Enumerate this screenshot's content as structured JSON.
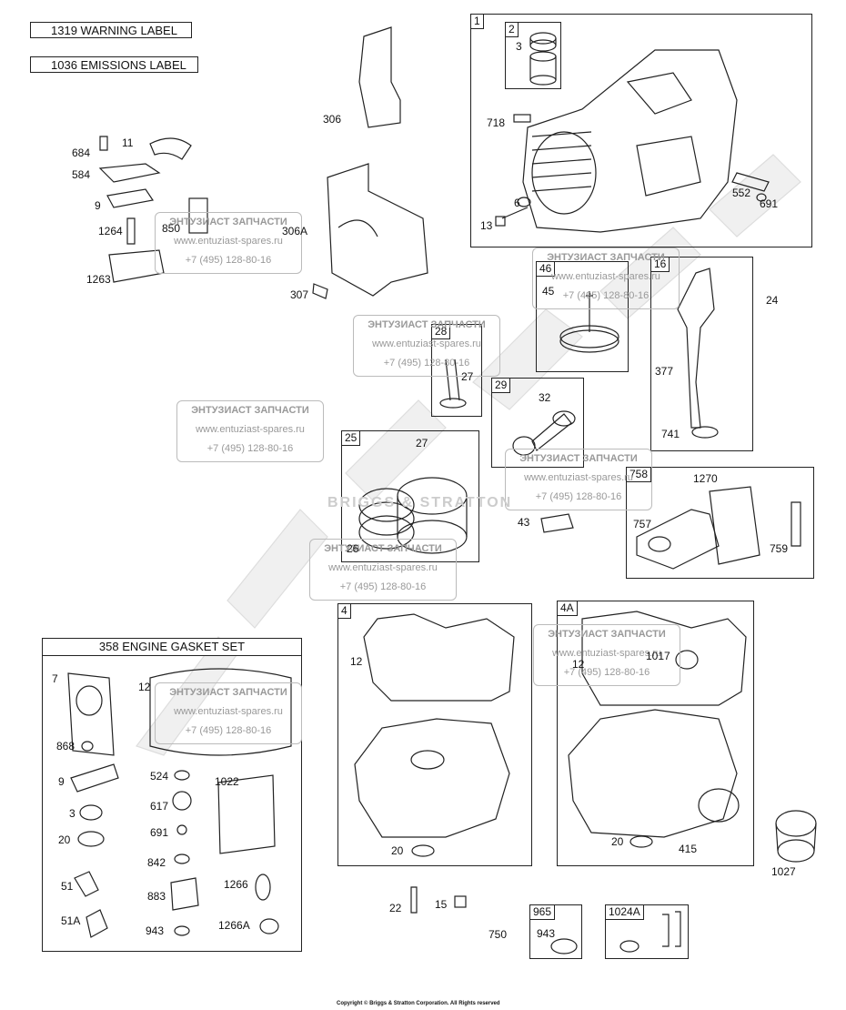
{
  "labels_top": {
    "warning": "1319 WARNING LABEL",
    "emissions": "1036 EMISSIONS LABEL"
  },
  "watermark": {
    "name": "ЭНТУЗИАСТ ЗАПЧАСТИ",
    "url": "www.entuziast-spares.ru",
    "phone": "+7 (495) 128-80-16",
    "brand_stamp": "BRIGGS & STRATTON"
  },
  "groups": {
    "g1": "1",
    "g2": "2",
    "g46": "46",
    "g16": "16",
    "g28": "28",
    "g29": "29",
    "g25": "25",
    "g758": "758",
    "g4": "4",
    "g4a": "4A",
    "g965": "965",
    "g1024a": "1024A",
    "gasket_set": "358 ENGINE GASKET SET"
  },
  "parts": {
    "p3": "3",
    "p718": "718",
    "p6": "6",
    "p13": "13",
    "p552": "552",
    "p691": "691",
    "p306": "306",
    "p306a": "306A",
    "p307": "307",
    "p684": "684",
    "p11": "11",
    "p584": "584",
    "p9": "9",
    "p850": "850",
    "p1264": "1264",
    "p1263": "1263",
    "p45": "45",
    "p24": "24",
    "p377": "377",
    "p741": "741",
    "p27a": "27",
    "p32": "32",
    "p27b": "27",
    "p26": "26",
    "p43": "43",
    "p1270": "1270",
    "p757": "757",
    "p759": "759",
    "g7": "7",
    "g12": "12",
    "g868": "868",
    "g9": "9",
    "g524": "524",
    "g1022": "1022",
    "g3": "3",
    "g617": "617",
    "g20": "20",
    "g691": "691",
    "g842": "842",
    "g51": "51",
    "g883": "883",
    "g1266": "1266",
    "g51a": "51A",
    "g943": "943",
    "g1266a": "1266A",
    "p4_12": "12",
    "p4_20": "20",
    "p4a_12": "12",
    "p1017": "1017",
    "p4a_20": "20",
    "p415": "415",
    "p1027": "1027",
    "p22": "22",
    "p15": "15",
    "p750": "750",
    "p943": "943"
  },
  "copyright": "Copyright © Briggs & Stratton Corporation. All Rights reserved"
}
